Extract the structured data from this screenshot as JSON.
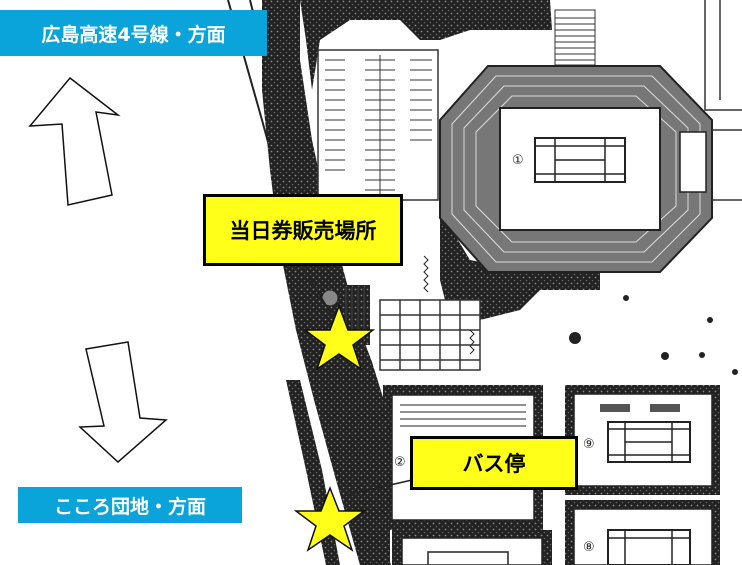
{
  "labels": {
    "north_direction": "広島高速4号線・方面",
    "south_direction": "こころ団地・方面",
    "ticket_booth": "当日券販売場所",
    "bus_stop": "バス停"
  },
  "court_numbers": {
    "center_court": "①",
    "court_2": "②",
    "court_8": "⑧",
    "court_9": "⑨"
  },
  "colors": {
    "direction_label_bg": "#0aa3da",
    "callout_bg": "#ffff1a",
    "star": "#ffff1a",
    "hatch": "#1a1a1a"
  }
}
